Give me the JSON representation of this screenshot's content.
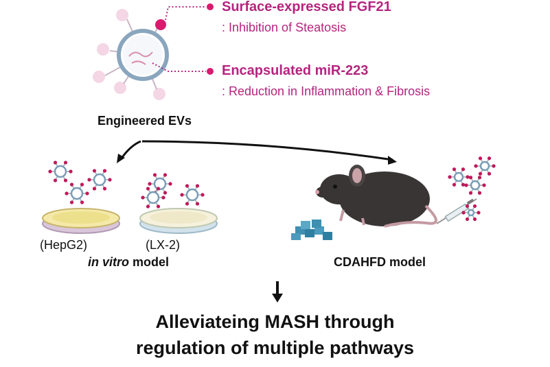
{
  "vesicle": {
    "label": "Engineered EVs",
    "surface_title": "Surface-expressed FGF21",
    "surface_effect": ": Inhibition of Steatosis",
    "cargo_title": "Encapsulated miR-223",
    "cargo_effect": ": Reduction in Inflammation & Fibrosis"
  },
  "invitro": {
    "dish1": "(HepG2)",
    "dish2": "(LX-2)",
    "model_italic": "in vitro",
    "model_rest": " model"
  },
  "invivo": {
    "model": "CDAHFD model"
  },
  "conclusion": {
    "line1": "Alleviateing MASH through",
    "line2": "regulation of multiple pathways"
  },
  "colors": {
    "accent": "#b5247f",
    "vesicle_ring": "#7a9cb8",
    "mouse": "#3a3535",
    "food": "#3f8fb0"
  }
}
